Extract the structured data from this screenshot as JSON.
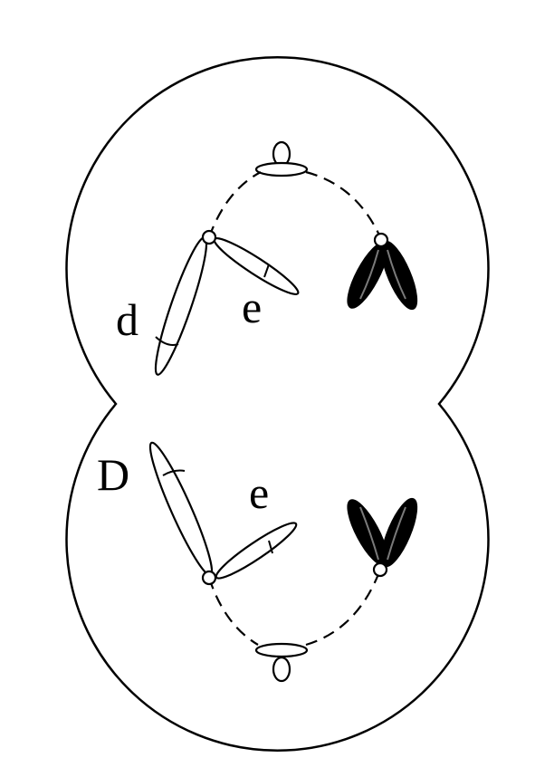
{
  "labels": {
    "upper_left_long": "d",
    "upper_short": "e",
    "lower_left_long": "D",
    "lower_short": "e"
  },
  "colors": {
    "stroke": "#000000",
    "background": "#ffffff",
    "dark_chromatid_fill": "#000000",
    "dark_chromatid_inner": "#7a7a7a"
  }
}
